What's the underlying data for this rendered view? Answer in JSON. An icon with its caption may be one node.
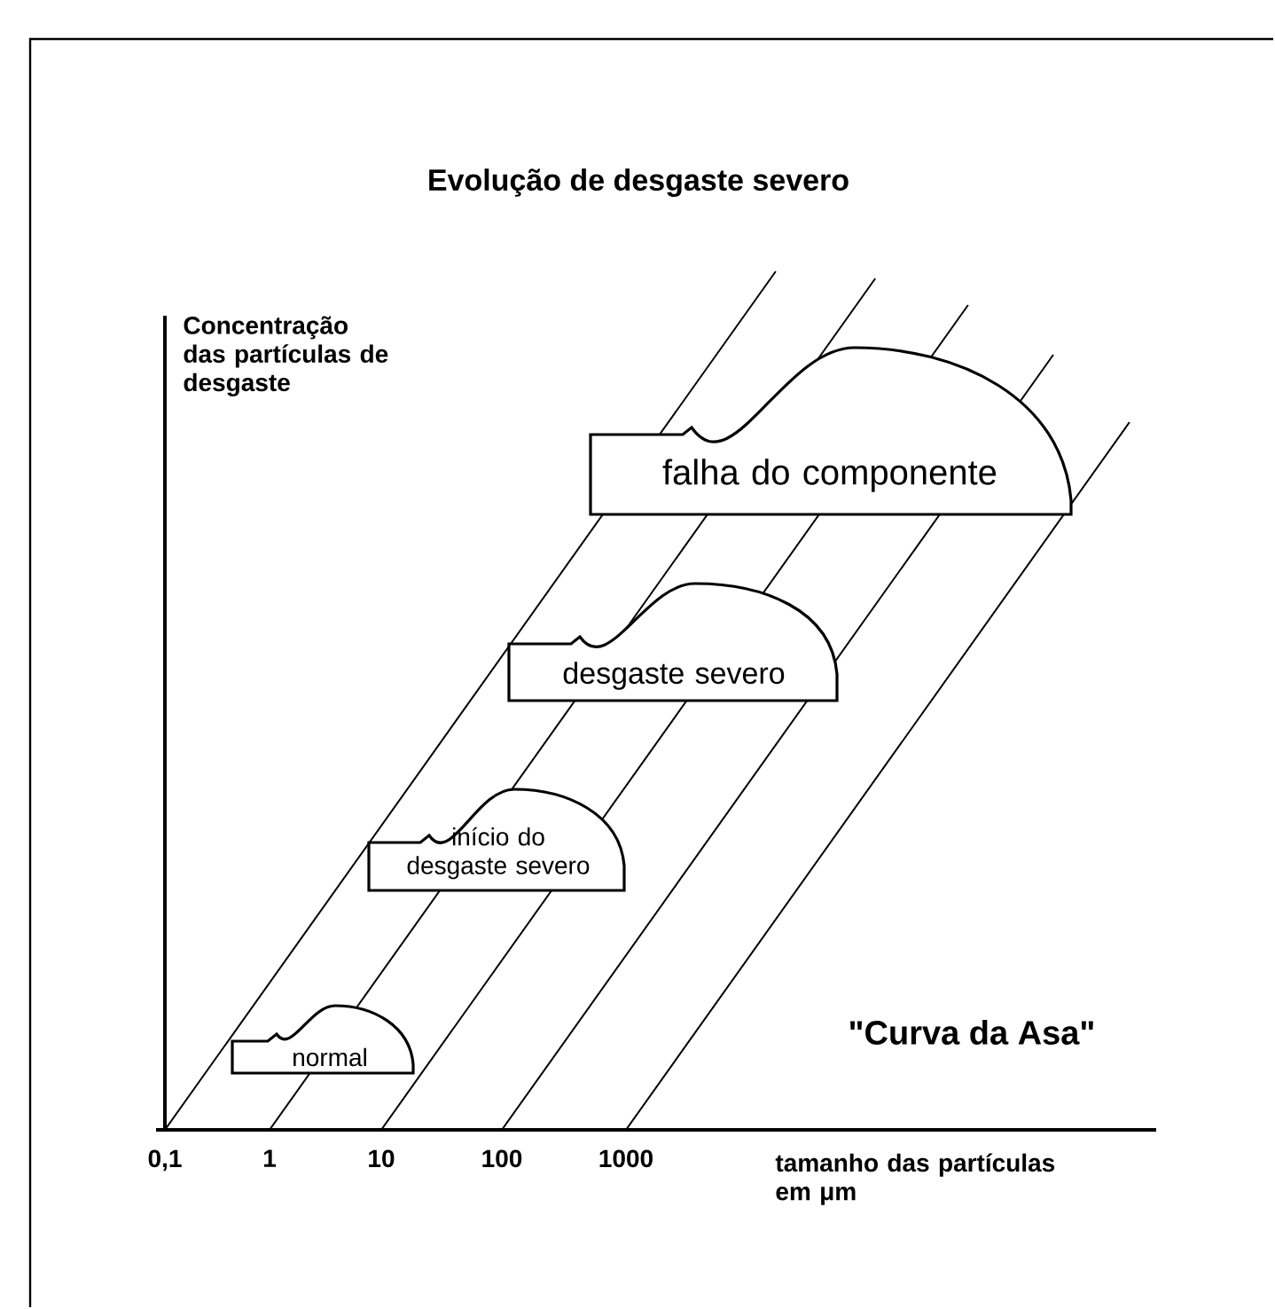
{
  "diagram": {
    "title": "Evolução de desgaste severo",
    "nodes": [
      {
        "text": [
          "falha do componente"
        ]
      },
      {
        "text": [
          "desgaste severo"
        ]
      },
      {
        "text": [
          "início do desgaste severo"
        ]
      },
      {
        "text": [
          "normal"
        ]
      }
    ],
    "labels": [
      "Concentração das partículas de desgaste",
      "\"Curva da Asa\"",
      "0,1",
      "1",
      "10",
      "100",
      "1000",
      "tamanho das partículas em μm"
    ]
  }
}
